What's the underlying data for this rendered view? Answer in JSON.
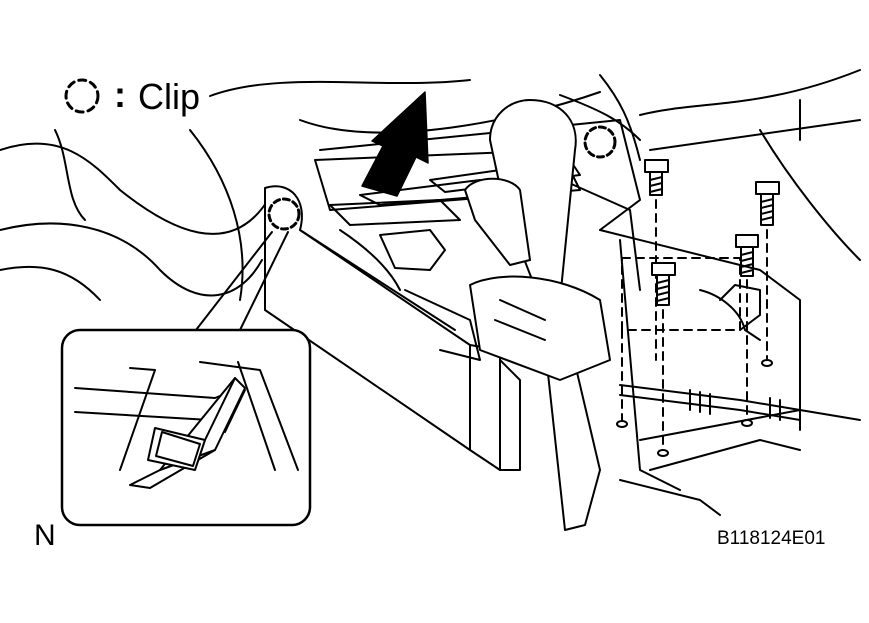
{
  "legend": {
    "separator": ":",
    "label": "Clip",
    "symbol_icon": "dashed-circle-icon"
  },
  "orientation_label": "N",
  "figure_code": "B118124E01",
  "colors": {
    "line": "#000000",
    "background": "#ffffff",
    "arrow_fill": "#000000"
  }
}
